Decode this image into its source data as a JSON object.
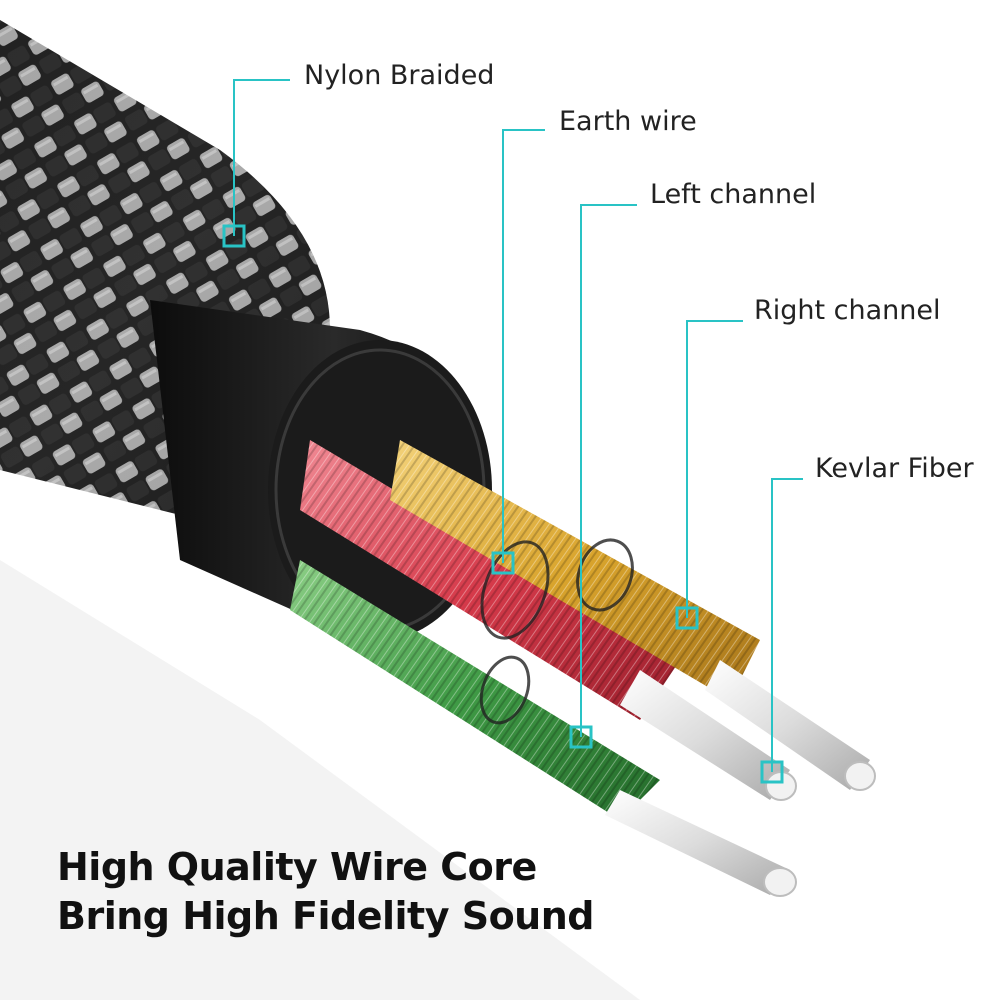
{
  "callouts": {
    "nylon_braided": "Nylon Braided",
    "earth_wire": "Earth wire",
    "left_channel": "Left channel",
    "right_channel": "Right channel",
    "kevlar_fiber": "Kevlar Fiber"
  },
  "headline": {
    "line1": "High Quality Wire Core",
    "line2": "Bring High Fidelity Sound"
  },
  "colors": {
    "callout_line": "#29c3c5",
    "braid_dark": "#1e1e1e",
    "braid_silver": "#d8d8d8",
    "sheath": "#141414",
    "red_wire": "#d63a4a",
    "gold_wire": "#d9a42c",
    "green_wire": "#3f9a45",
    "silver_core": "#e2e2e2"
  },
  "icons": [
    "callout-marker-icon"
  ]
}
